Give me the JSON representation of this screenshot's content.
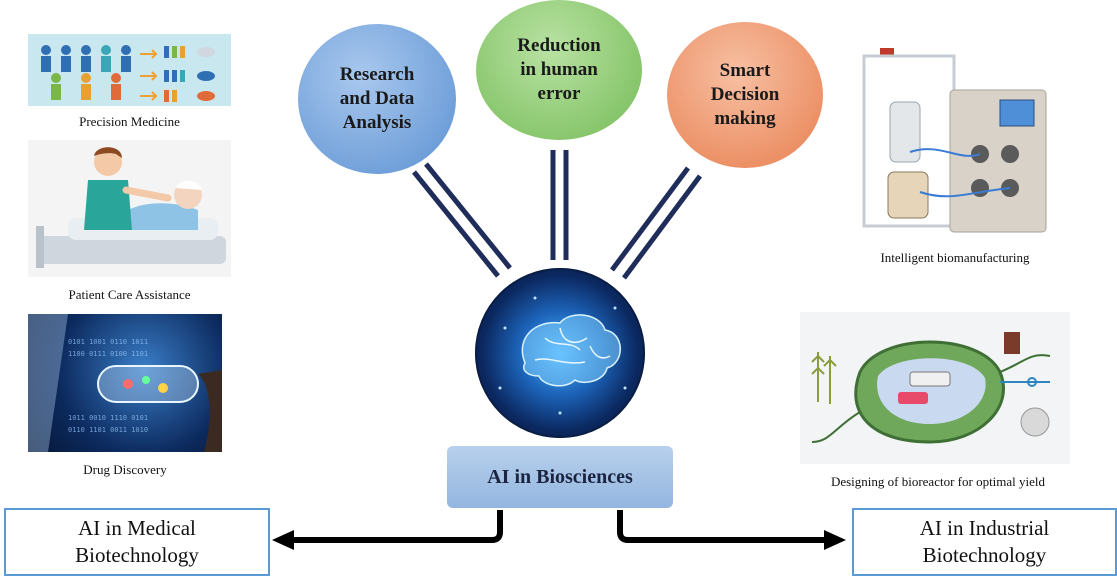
{
  "bubbles": {
    "research": "Research\nand Data\nAnalysis",
    "reduction": "Reduction\nin human\nerror",
    "smart": "Smart\nDecision\nmaking"
  },
  "center_label": "AI in Biosciences",
  "left_items": [
    {
      "caption": "Precision Medicine"
    },
    {
      "caption": "Patient Care Assistance"
    },
    {
      "caption": "Drug Discovery"
    }
  ],
  "right_items": [
    {
      "caption": "Intelligent   biomanufacturing"
    },
    {
      "caption": "Designing  of bioreactor  for optimal yield"
    }
  ],
  "bottom_boxes": {
    "medical": "AI in Medical\nBiotechnology",
    "industrial": "AI in Industrial\nBiotechnology"
  },
  "colors": {
    "connector": "#1f2d5a",
    "box_border": "#5b9bd5",
    "arrow": "#000000"
  }
}
